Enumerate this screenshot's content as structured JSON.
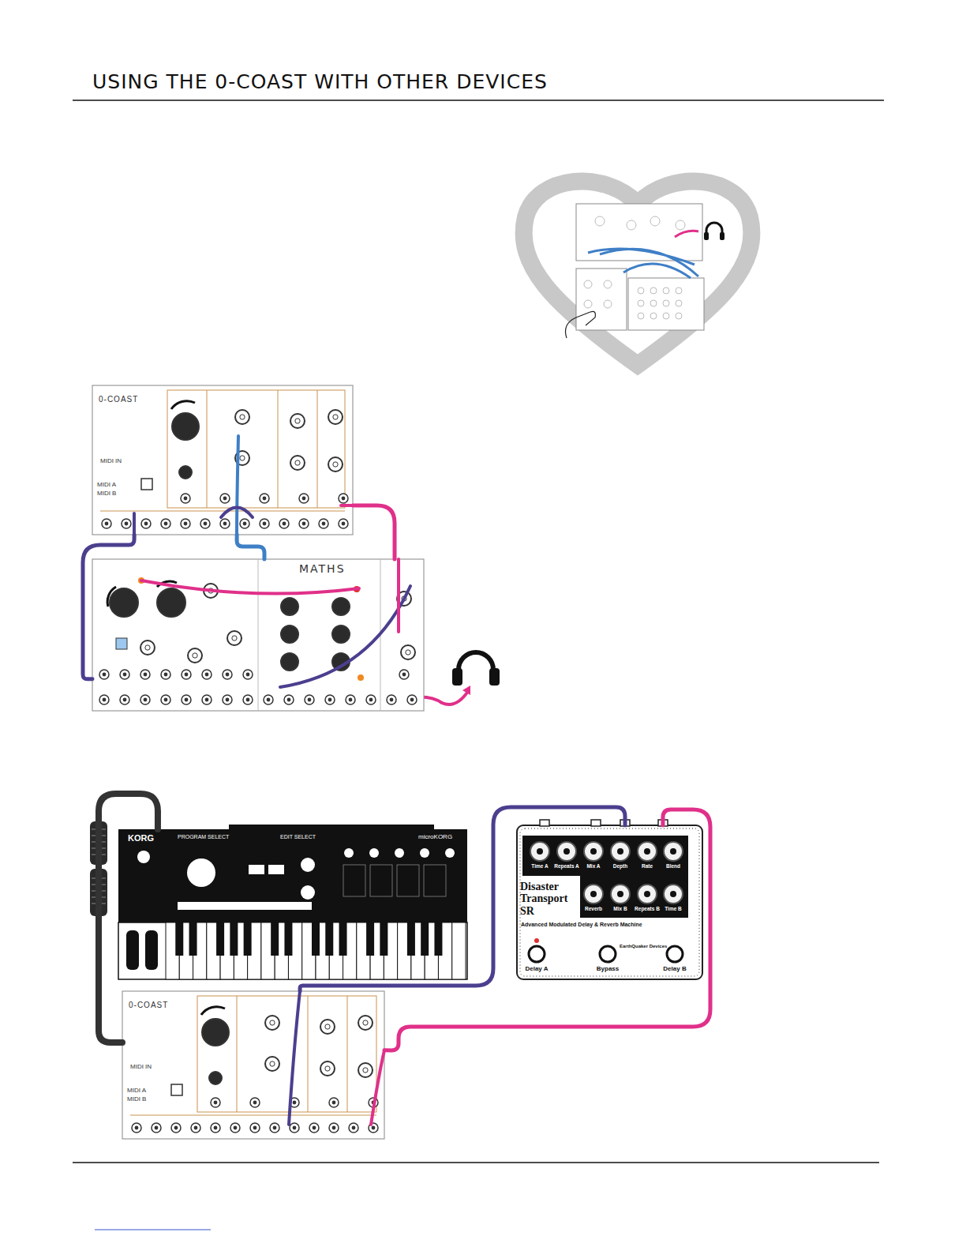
{
  "diagram": {
    "title": "USING THE 0-COAST WITH OTHER DEVICES",
    "nodes": [
      {
        "text": [
          "0-COAST"
        ]
      },
      {
        "text": [
          "MATHS"
        ]
      },
      {
        "text": [
          "KORG",
          "microKORG"
        ]
      },
      {
        "text": [
          "0-COAST"
        ]
      },
      {
        "text": [
          "Disaster Transport SR",
          "Advanced Modulated Delay & Reverb Machine",
          "EarthQuaker Devices"
        ]
      }
    ],
    "edges": [
      {
        "from": 0,
        "to": 1,
        "arrow": "none"
      },
      {
        "from": 0,
        "to": 1,
        "arrow": "none"
      },
      {
        "from": 0,
        "to": 1,
        "arrow": "none"
      },
      {
        "from": 2,
        "to": 3,
        "arrow": "none"
      },
      {
        "from": 3,
        "to": 4,
        "arrow": "none"
      },
      {
        "from": 4,
        "to": 3,
        "arrow": "none"
      }
    ],
    "labels": [
      "MIDI IN",
      "MIDI A",
      "MIDI B",
      "PROGRAM SELECT",
      "EDIT SELECT",
      "Time A",
      "Repeats A",
      "Mix A",
      "Depth",
      "Rate",
      "Blend",
      "Reverb",
      "Mix B",
      "Repeats B",
      "Time B",
      "Delay A",
      "Bypass",
      "Delay B",
      "MIDI IN",
      "MIDI A",
      "MIDI B"
    ]
  }
}
